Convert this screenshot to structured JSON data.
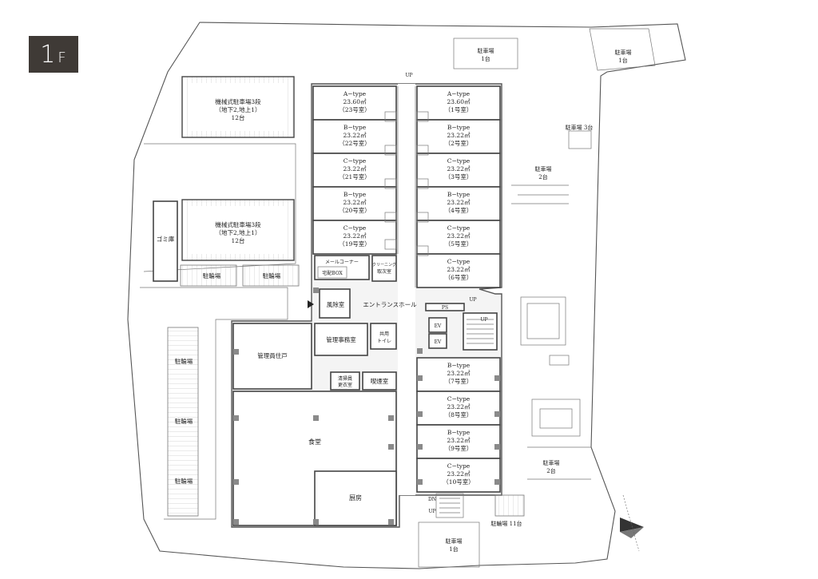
{
  "floor_badge": {
    "number": "1",
    "letter": "F"
  },
  "parking": {
    "mech_upper": {
      "line1": "機械式駐車場3段",
      "line2": "（地下2,地上1）",
      "line3": "12台"
    },
    "mech_lower": {
      "line1": "機械式駐車場3段",
      "line2": "（地下2,地上1）",
      "line3": "12台"
    },
    "top_center": {
      "line1": "駐車場",
      "line2": "1台"
    },
    "top_right": {
      "line1": "駐車場",
      "line2": "1台"
    },
    "right_3": "駐車場 3台",
    "right_2a": {
      "line1": "駐車場",
      "line2": "2台"
    },
    "right_2b": {
      "line1": "駐車場",
      "line2": "2台"
    },
    "bottom_1": {
      "line1": "駐車場",
      "line2": "1台"
    },
    "bike_11": "駐輪場 11台"
  },
  "bike_areas": [
    "駐輪場",
    "駐輪場",
    "駐輪場",
    "駐輪場",
    "駐輪場"
  ],
  "garbage": "ゴミ庫",
  "units_left": [
    {
      "type": "A−type",
      "area": "23.60㎡",
      "room": "（23号室）"
    },
    {
      "type": "B−type",
      "area": "23.22㎡",
      "room": "（22号室）"
    },
    {
      "type": "C−type",
      "area": "23.22㎡",
      "room": "（21号室）"
    },
    {
      "type": "B−type",
      "area": "23.22㎡",
      "room": "（20号室）"
    },
    {
      "type": "C−type",
      "area": "23.22㎡",
      "room": "（19号室）"
    }
  ],
  "units_right_top": [
    {
      "type": "A−type",
      "area": "23.60㎡",
      "room": "（1号室）"
    },
    {
      "type": "B−type",
      "area": "23.22㎡",
      "room": "（2号室）"
    },
    {
      "type": "C−type",
      "area": "23.22㎡",
      "room": "（3号室）"
    },
    {
      "type": "B−type",
      "area": "23.22㎡",
      "room": "（4号室）"
    },
    {
      "type": "C−type",
      "area": "23.22㎡",
      "room": "（5号室）"
    },
    {
      "type": "C−type",
      "area": "23.22㎡",
      "room": "（6号室）"
    }
  ],
  "units_right_bottom": [
    {
      "type": "B−type",
      "area": "23.22㎡",
      "room": "（7号室）"
    },
    {
      "type": "C−type",
      "area": "23.22㎡",
      "room": "（8号室）"
    },
    {
      "type": "B−type",
      "area": "23.22㎡",
      "room": "（9号室）"
    },
    {
      "type": "C−type",
      "area": "23.22㎡",
      "room": "（10号室）"
    }
  ],
  "rooms": {
    "mail_corner": "メールコーナー",
    "delivery_box": "宅配BOX",
    "cleaning_1": "クリーニング",
    "cleaning_2": "取次室",
    "vestibule": "風除室",
    "entrance_hall": "エントランスホール",
    "ps": "PS",
    "ev1": "EV",
    "ev2": "EV",
    "office": "管理事務室",
    "toilet_1": "共用",
    "toilet_2": "トイレ",
    "manager_residence": "管理員住戸",
    "cleaner_1": "清掃員",
    "cleaner_2": "更衣室",
    "smoking": "喫煙室",
    "dining": "食堂",
    "kitchen": "厨房"
  },
  "stairs": {
    "up1": "UP",
    "up2": "UP",
    "up3": "UP",
    "dn": "DN",
    "up4": "UP"
  },
  "colors": {
    "badge": "#3f3a36",
    "walls": "#444444",
    "columns": "#8a8a8a"
  }
}
